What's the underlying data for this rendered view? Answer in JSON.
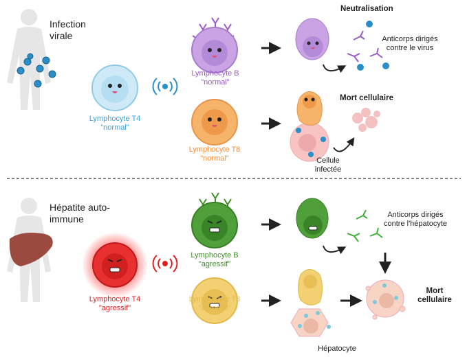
{
  "top": {
    "title": [
      "Infection",
      "virale"
    ],
    "t4": [
      "Lymphocyte T4",
      "\"normal\""
    ],
    "b": [
      "Lymphocyte B",
      "\"normal\""
    ],
    "t8": [
      "Lymphocyte T8",
      "\"normal\""
    ],
    "neutralisation": "Neutralisation",
    "antibodies": [
      "Anticorps dirigés",
      "contre le virus"
    ],
    "cell_death": "Mort cellulaire",
    "infected_cell": [
      "Cellule",
      "infectée"
    ]
  },
  "bottom": {
    "title": [
      "Hépatite auto-",
      "immune"
    ],
    "t4": [
      "Lymphocyte T4",
      "\"agressif\""
    ],
    "b": [
      "Lymphocyte B",
      "\"agressif\""
    ],
    "t8": [
      "Lymphocyte T8",
      "\"agressif\""
    ],
    "antibodies": [
      "Anticorps dirigés",
      "contre l'hépatocyte"
    ],
    "cell_death": [
      "Mort",
      "cellulaire"
    ],
    "hepatocyte": "Hépatocyte"
  },
  "colors": {
    "t4_normal": "#3aa0d8",
    "b_normal": "#9b59c9",
    "t8_normal": "#f0913a",
    "b_agressif": "#3f8f2a",
    "t4_agressif": "#e02020",
    "t8_agressif": "#e3b94a"
  }
}
